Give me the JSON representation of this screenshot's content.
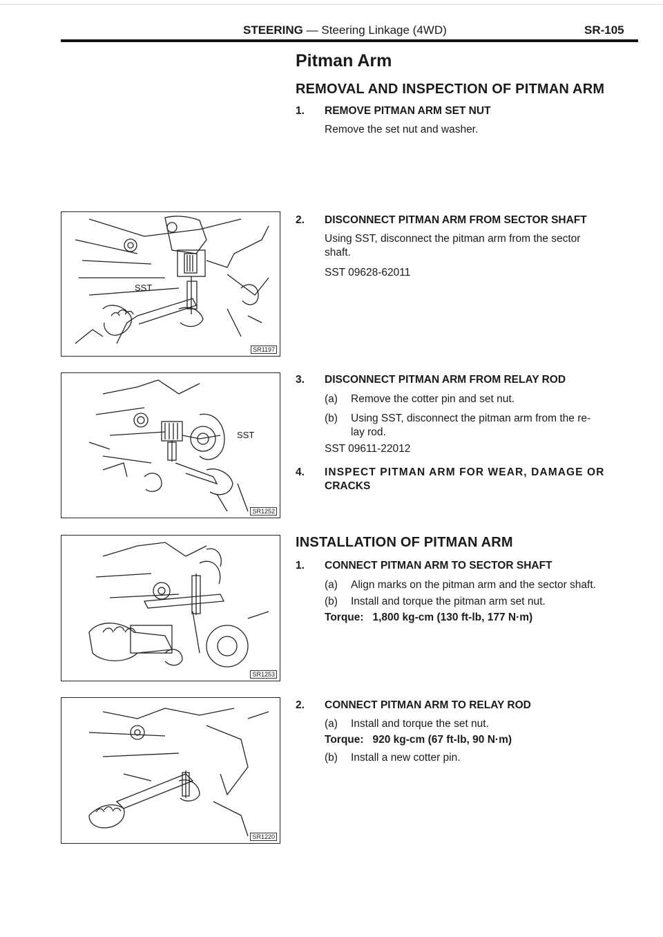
{
  "header": {
    "section": "STEERING",
    "subtitle": "— Steering Linkage (4WD)",
    "page": "SR-105"
  },
  "title": "Pitman Arm",
  "removal": {
    "heading": "REMOVAL AND INSPECTION OF PITMAN ARM",
    "steps": [
      {
        "num": "1.",
        "title": "REMOVE PITMAN ARM SET NUT",
        "text": "Remove the set nut and washer."
      },
      {
        "num": "2.",
        "title": "DISCONNECT PITMAN ARM FROM SECTOR SHAFT",
        "text1": "Using SST, disconnect the pitman arm from the sector",
        "text2": "shaft.",
        "sst": "SST 09628-62011"
      },
      {
        "num": "3.",
        "title": "DISCONNECT PITMAN ARM FROM RELAY ROD",
        "a_label": "(a)",
        "a_text": "Remove the cotter pin and set nut.",
        "b_label": "(b)",
        "b_text1": "Using SST, disconnect the pitman arm from the re-",
        "b_text2": "lay rod.",
        "sst": "SST 09611-22012"
      },
      {
        "num": "4.",
        "title1": "INSPECT PITMAN ARM FOR WEAR, DAMAGE OR",
        "title2": "CRACKS"
      }
    ]
  },
  "installation": {
    "heading": "INSTALLATION OF PITMAN ARM",
    "steps": [
      {
        "num": "1.",
        "title": "CONNECT PITMAN ARM TO SECTOR SHAFT",
        "a_label": "(a)",
        "a_text": "Align marks on the pitman arm and the sector shaft.",
        "b_label": "(b)",
        "b_text": "Install and torque the pitman arm set nut.",
        "torque": "Torque:   1,800 kg-cm (130 ft-lb, 177 N·m)"
      },
      {
        "num": "2.",
        "title": "CONNECT PITMAN ARM TO RELAY ROD",
        "a_label": "(a)",
        "a_text": "Install and torque the set nut.",
        "torque": "Torque:   920 kg-cm (67 ft-lb, 90 N·m)",
        "b_label": "(b)",
        "b_text": "Install a new cotter pin."
      }
    ]
  },
  "figures": [
    {
      "code": "SR1197",
      "label": "SST"
    },
    {
      "code": "SR1252",
      "label": "SST"
    },
    {
      "code": "SR1253"
    },
    {
      "code": "SR1220"
    }
  ]
}
